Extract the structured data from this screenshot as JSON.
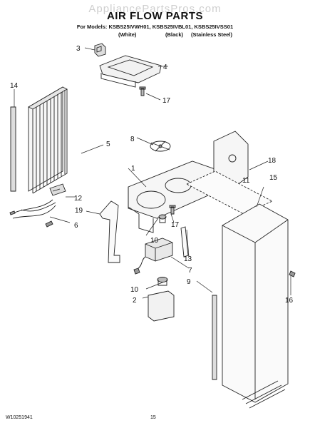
{
  "watermark": "AppliancePartsPros.com",
  "title": "AIR FLOW PARTS",
  "models_line": "For Models: KSBS25IVWH01, KSBS25IVBL01, KSBS25IVSS01",
  "colors": [
    "(White)",
    "(Black)",
    "(Stainless Steel)"
  ],
  "callouts": [
    "1",
    "2",
    "3",
    "4",
    "5",
    "6",
    "7",
    "8",
    "9",
    "10",
    "10",
    "11",
    "12",
    "13",
    "14",
    "15",
    "16",
    "17",
    "17",
    "18",
    "19"
  ],
  "footer": {
    "doc_number": "W10251941",
    "page_number": "15"
  }
}
